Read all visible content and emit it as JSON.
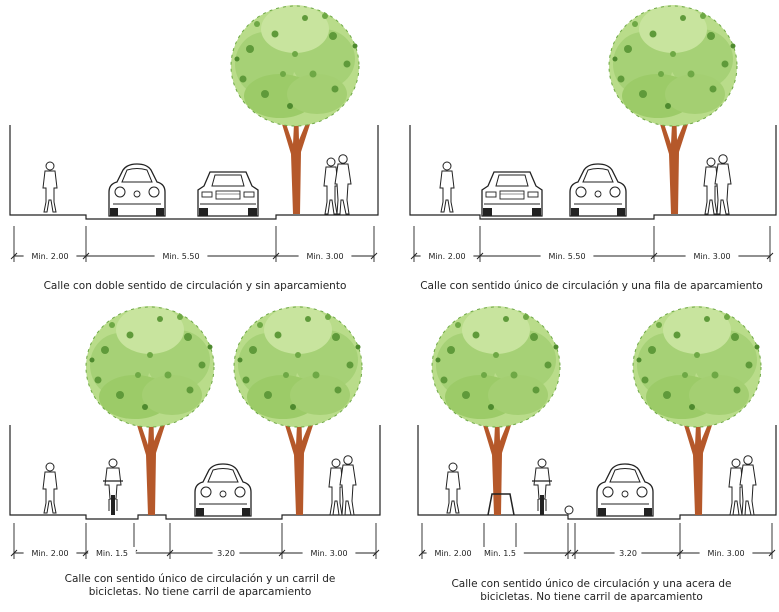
{
  "colors": {
    "foliage_light": "#b9dc8a",
    "foliage_mid": "#8cc45c",
    "foliage_dark": "#5f9a3a",
    "trunk": "#b5582a",
    "line": "#222222"
  },
  "panels": [
    {
      "id": "two-way-no-parking",
      "dims": [
        {
          "label": "Min. 2.00"
        },
        {
          "label": "Min. 5.50"
        },
        {
          "label": "Min. 3.00"
        }
      ],
      "caption": [
        "Calle con doble sentido de circulación y sin aparcamiento"
      ]
    },
    {
      "id": "one-way-parking-row",
      "dims": [
        {
          "label": "Min. 2.00"
        },
        {
          "label": "Min. 5.50"
        },
        {
          "label": "Min. 3.00"
        }
      ],
      "caption": [
        "Calle con sentido único de circulación y una fila de aparcamiento"
      ]
    },
    {
      "id": "one-way-bike-lane",
      "dims": [
        {
          "label": "Min. 2.00"
        },
        {
          "label": "Min. 1.5"
        },
        {
          "label": "3.20"
        },
        {
          "label": "Min. 3.00"
        }
      ],
      "caption": [
        "Calle con sentido único de circulación y un carril de",
        "bicicletas. No tiene carril de aparcamiento"
      ]
    },
    {
      "id": "one-way-bike-sidewalk",
      "dims": [
        {
          "label": "Min. 2.00"
        },
        {
          "label": "Min. 1.5"
        },
        {
          "label": "3.20"
        },
        {
          "label": "Min. 3.00"
        }
      ],
      "caption": [
        "Calle con sentido único de circulación y una acera de",
        "bicicletas. No tiene carril de aparcamiento"
      ]
    }
  ]
}
